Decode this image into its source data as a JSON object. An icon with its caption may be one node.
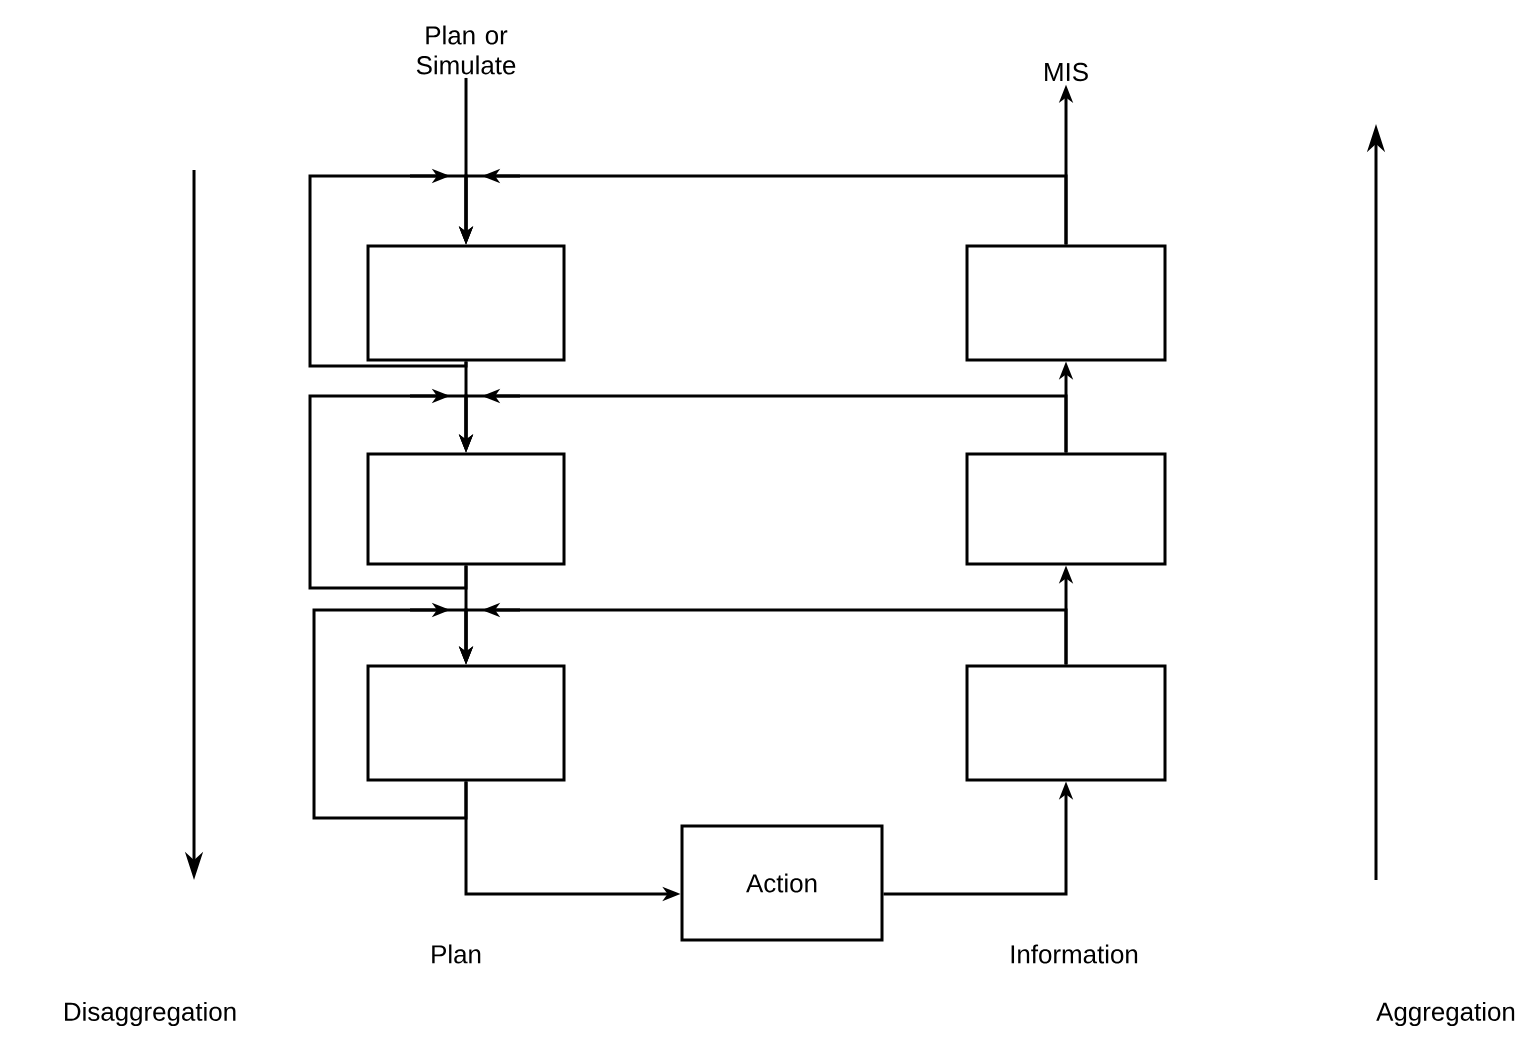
{
  "diagram": {
    "nodes": [
      {
        "text": [
          "Plan or Simulate"
        ]
      },
      {
        "text": [
          "MIS"
        ]
      },
      {
        "text": [],
        "shape": "box"
      },
      {
        "text": [],
        "shape": "box"
      },
      {
        "text": [],
        "shape": "box"
      },
      {
        "text": [],
        "shape": "box"
      },
      {
        "text": [],
        "shape": "box"
      },
      {
        "text": [],
        "shape": "box"
      },
      {
        "text": [
          "Action"
        ]
      }
    ],
    "edges": [
      {
        "from": 0,
        "to": 2,
        "arrow": "to"
      },
      {
        "from": 5,
        "to": 1,
        "arrow": "to"
      },
      {
        "from": 5,
        "to": 2,
        "arrow": "to"
      },
      {
        "from": 2,
        "to": 2,
        "arrow": "to"
      },
      {
        "from": 2,
        "to": 3,
        "arrow": "to"
      },
      {
        "from": 6,
        "to": 5,
        "arrow": "to"
      },
      {
        "from": 6,
        "to": 3,
        "arrow": "to"
      },
      {
        "from": 3,
        "to": 3,
        "arrow": "to"
      },
      {
        "from": 3,
        "to": 4,
        "arrow": "to"
      },
      {
        "from": 7,
        "to": 6,
        "arrow": "to"
      },
      {
        "from": 7,
        "to": 4,
        "arrow": "to"
      },
      {
        "from": 4,
        "to": 4,
        "arrow": "to"
      },
      {
        "from": 4,
        "to": 8,
        "arrow": "to",
        "label": "Plan"
      },
      {
        "from": 8,
        "to": 7,
        "arrow": "to",
        "label": "Information"
      }
    ],
    "labels": [
      "Disaggregation",
      "Aggregation"
    ]
  }
}
